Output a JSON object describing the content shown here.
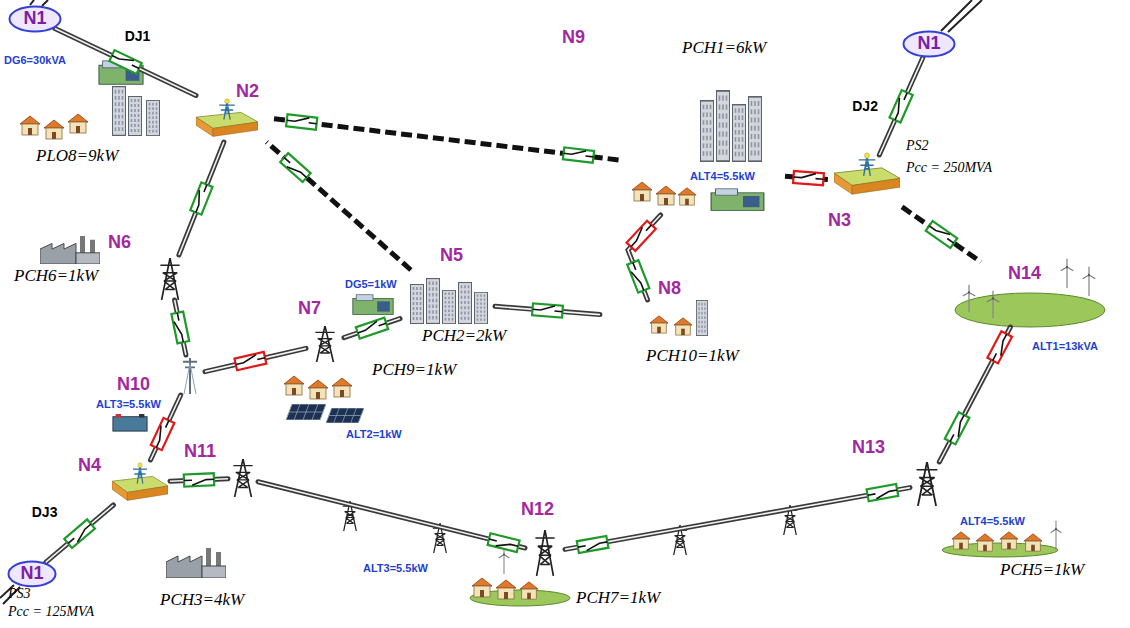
{
  "diagram": {
    "nodes": [
      {
        "text": [
          "N1"
        ]
      },
      {
        "text": [
          "N2"
        ]
      },
      {
        "text": [
          "N9"
        ]
      },
      {
        "text": [
          "N3"
        ]
      },
      {
        "text": [
          "N1"
        ]
      },
      {
        "text": [
          "N14"
        ]
      },
      {
        "text": [
          "N6"
        ]
      },
      {
        "text": [
          "N5"
        ]
      },
      {
        "text": [
          "N8"
        ]
      },
      {
        "text": [
          "N7"
        ]
      },
      {
        "text": [
          "N10"
        ]
      },
      {
        "text": [
          "N4"
        ]
      },
      {
        "text": [
          "N1"
        ]
      },
      {
        "text": [
          "N11"
        ]
      },
      {
        "text": [
          "N12"
        ]
      },
      {
        "text": [
          "N13"
        ]
      }
    ],
    "edges": [
      {
        "from": 0,
        "to": 1,
        "arrow": "none",
        "label": "DJ1"
      },
      {
        "from": 1,
        "to": 2,
        "arrow": "none"
      },
      {
        "from": 2,
        "to": 3,
        "arrow": "none"
      },
      {
        "from": 3,
        "to": 4,
        "arrow": "none",
        "label": "DJ2"
      },
      {
        "from": 3,
        "to": 5,
        "arrow": "none"
      },
      {
        "from": 5,
        "to": 15,
        "arrow": "none"
      },
      {
        "from": 15,
        "to": 14,
        "arrow": "none"
      },
      {
        "from": 14,
        "to": 13,
        "arrow": "none"
      },
      {
        "from": 13,
        "to": 11,
        "arrow": "none"
      },
      {
        "from": 11,
        "to": 12,
        "arrow": "none",
        "label": "DJ3"
      },
      {
        "from": 11,
        "to": 10,
        "arrow": "none"
      },
      {
        "from": 10,
        "to": 6,
        "arrow": "none"
      },
      {
        "from": 6,
        "to": 1,
        "arrow": "none"
      },
      {
        "from": 10,
        "to": 9,
        "arrow": "none"
      },
      {
        "from": 9,
        "to": 7,
        "arrow": "none"
      },
      {
        "from": 7,
        "to": 1,
        "arrow": "none"
      },
      {
        "from": 7,
        "to": 8,
        "arrow": "none"
      },
      {
        "from": 8,
        "to": 2,
        "arrow": "none"
      }
    ],
    "labels": [
      "DG6=30kVA",
      "PLO8=9kW",
      "PCH1=6kW",
      "ALT4=5.5kW",
      "PS2",
      "Pcc = 250MVA",
      "ALT1=13kVA",
      "PCH6=1kW",
      "DG5=1kW",
      "PCH2=2kW",
      "PCH10=1kW",
      "PCH9=1kW",
      "ALT2=1kW",
      "ALT3=5.5kW",
      "PS3",
      "Pcc = 125MVA",
      "PCH3=4kW",
      "ALT3=5.5kW",
      "PCH7=1kW",
      "ALT4=5.5kW",
      "PCH5=1kW"
    ]
  }
}
